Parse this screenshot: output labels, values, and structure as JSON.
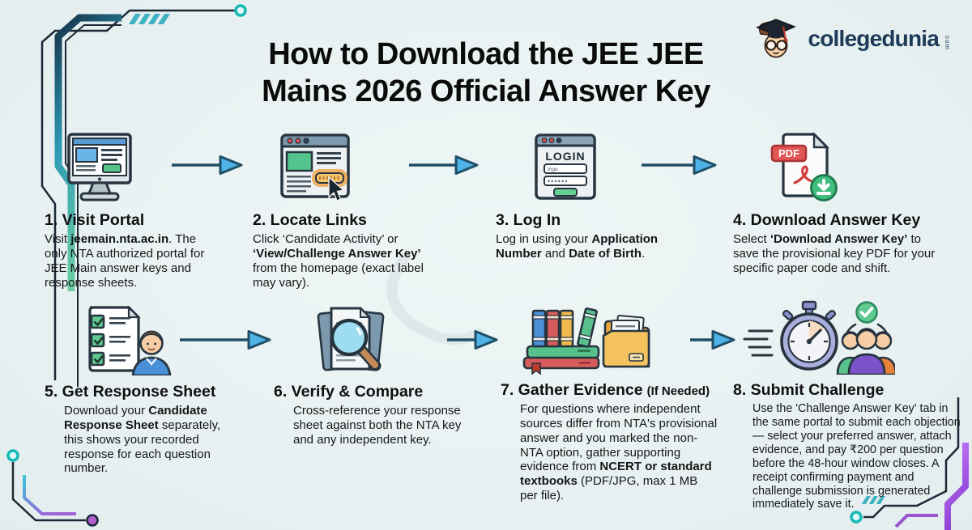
{
  "page": {
    "title_line1": "How to Download the JEE JEE",
    "title_line2": "Mains 2026 Official Answer Key"
  },
  "logo": {
    "name": "collegedunia",
    "tld": "com"
  },
  "colors": {
    "background": "#e8f1f2",
    "arrow_stroke": "#1f4e66",
    "arrow_fill": "#4fb3e8",
    "logo_text": "#1d3a57",
    "accent_teal": "#2ec4c6",
    "accent_purple": "#9a55cc",
    "title_text": "#0b0b0b"
  },
  "icon_texts": {
    "login_title": "LOGIN",
    "login_username": "Ingo",
    "login_password": "••••••",
    "pdf_badge": "PDF"
  },
  "steps": [
    {
      "icon": "monitor-website-icon",
      "title": "1. Visit Portal",
      "body": [
        {
          "t": "Visit "
        },
        {
          "t": "jeemain.nta.ac.in",
          "b": true
        },
        {
          "t": ". The only NTA authorized portal for JEE Main answer keys and response sheets."
        }
      ]
    },
    {
      "icon": "browser-link-cursor-icon",
      "title": "2. Locate Links",
      "body": [
        {
          "t": "Click ‘Candidate Activity’ or "
        },
        {
          "t": "‘View/Challenge Answer Key’",
          "b": true
        },
        {
          "t": " from the homepage (exact label may vary)."
        }
      ]
    },
    {
      "icon": "login-form-icon",
      "title": "3. Log In",
      "body": [
        {
          "t": "Log in using your "
        },
        {
          "t": "Application Number",
          "b": true
        },
        {
          "t": " and "
        },
        {
          "t": "Date of Birth",
          "b": true
        },
        {
          "t": "."
        }
      ]
    },
    {
      "icon": "pdf-download-icon",
      "title": "4. Download Answer Key",
      "body": [
        {
          "t": "Select "
        },
        {
          "t": "‘Download Answer Key’",
          "b": true
        },
        {
          "t": " to save the provisional key PDF for your specific paper code and shift."
        }
      ]
    },
    {
      "icon": "checklist-person-icon",
      "title": "5. Get Response Sheet",
      "body": [
        {
          "t": "Download your "
        },
        {
          "t": "Candidate Response Sheet",
          "b": true
        },
        {
          "t": " separately, this shows your recorded response for each question number."
        }
      ]
    },
    {
      "icon": "magnifier-documents-icon",
      "title": "6. Verify & Compare",
      "body": [
        {
          "t": "Cross-reference your response sheet against both the NTA key and any independent key."
        }
      ]
    },
    {
      "icon": "books-folder-icon",
      "title": "7. Gather Evidence",
      "suffix": "(If Needed)",
      "body": [
        {
          "t": "For questions where independent sources differ from NTA's provisional answer and you marked the non-NTA option, gather supporting evidence from "
        },
        {
          "t": "NCERT or standard textbooks",
          "b": true
        },
        {
          "t": " (PDF/JPG, max 1 MB per file)."
        }
      ]
    },
    {
      "icon": "stopwatch-people-icon",
      "title": "8. Submit Challenge",
      "body": [
        {
          "t": "Use the 'Challenge Answer Key' tab in the same portal to submit each objection — select your preferred answer, attach evidence, and pay ₹200 per question before the 48-hour window closes. A receipt confirming payment and challenge submission is generated immediately save it."
        }
      ]
    }
  ]
}
